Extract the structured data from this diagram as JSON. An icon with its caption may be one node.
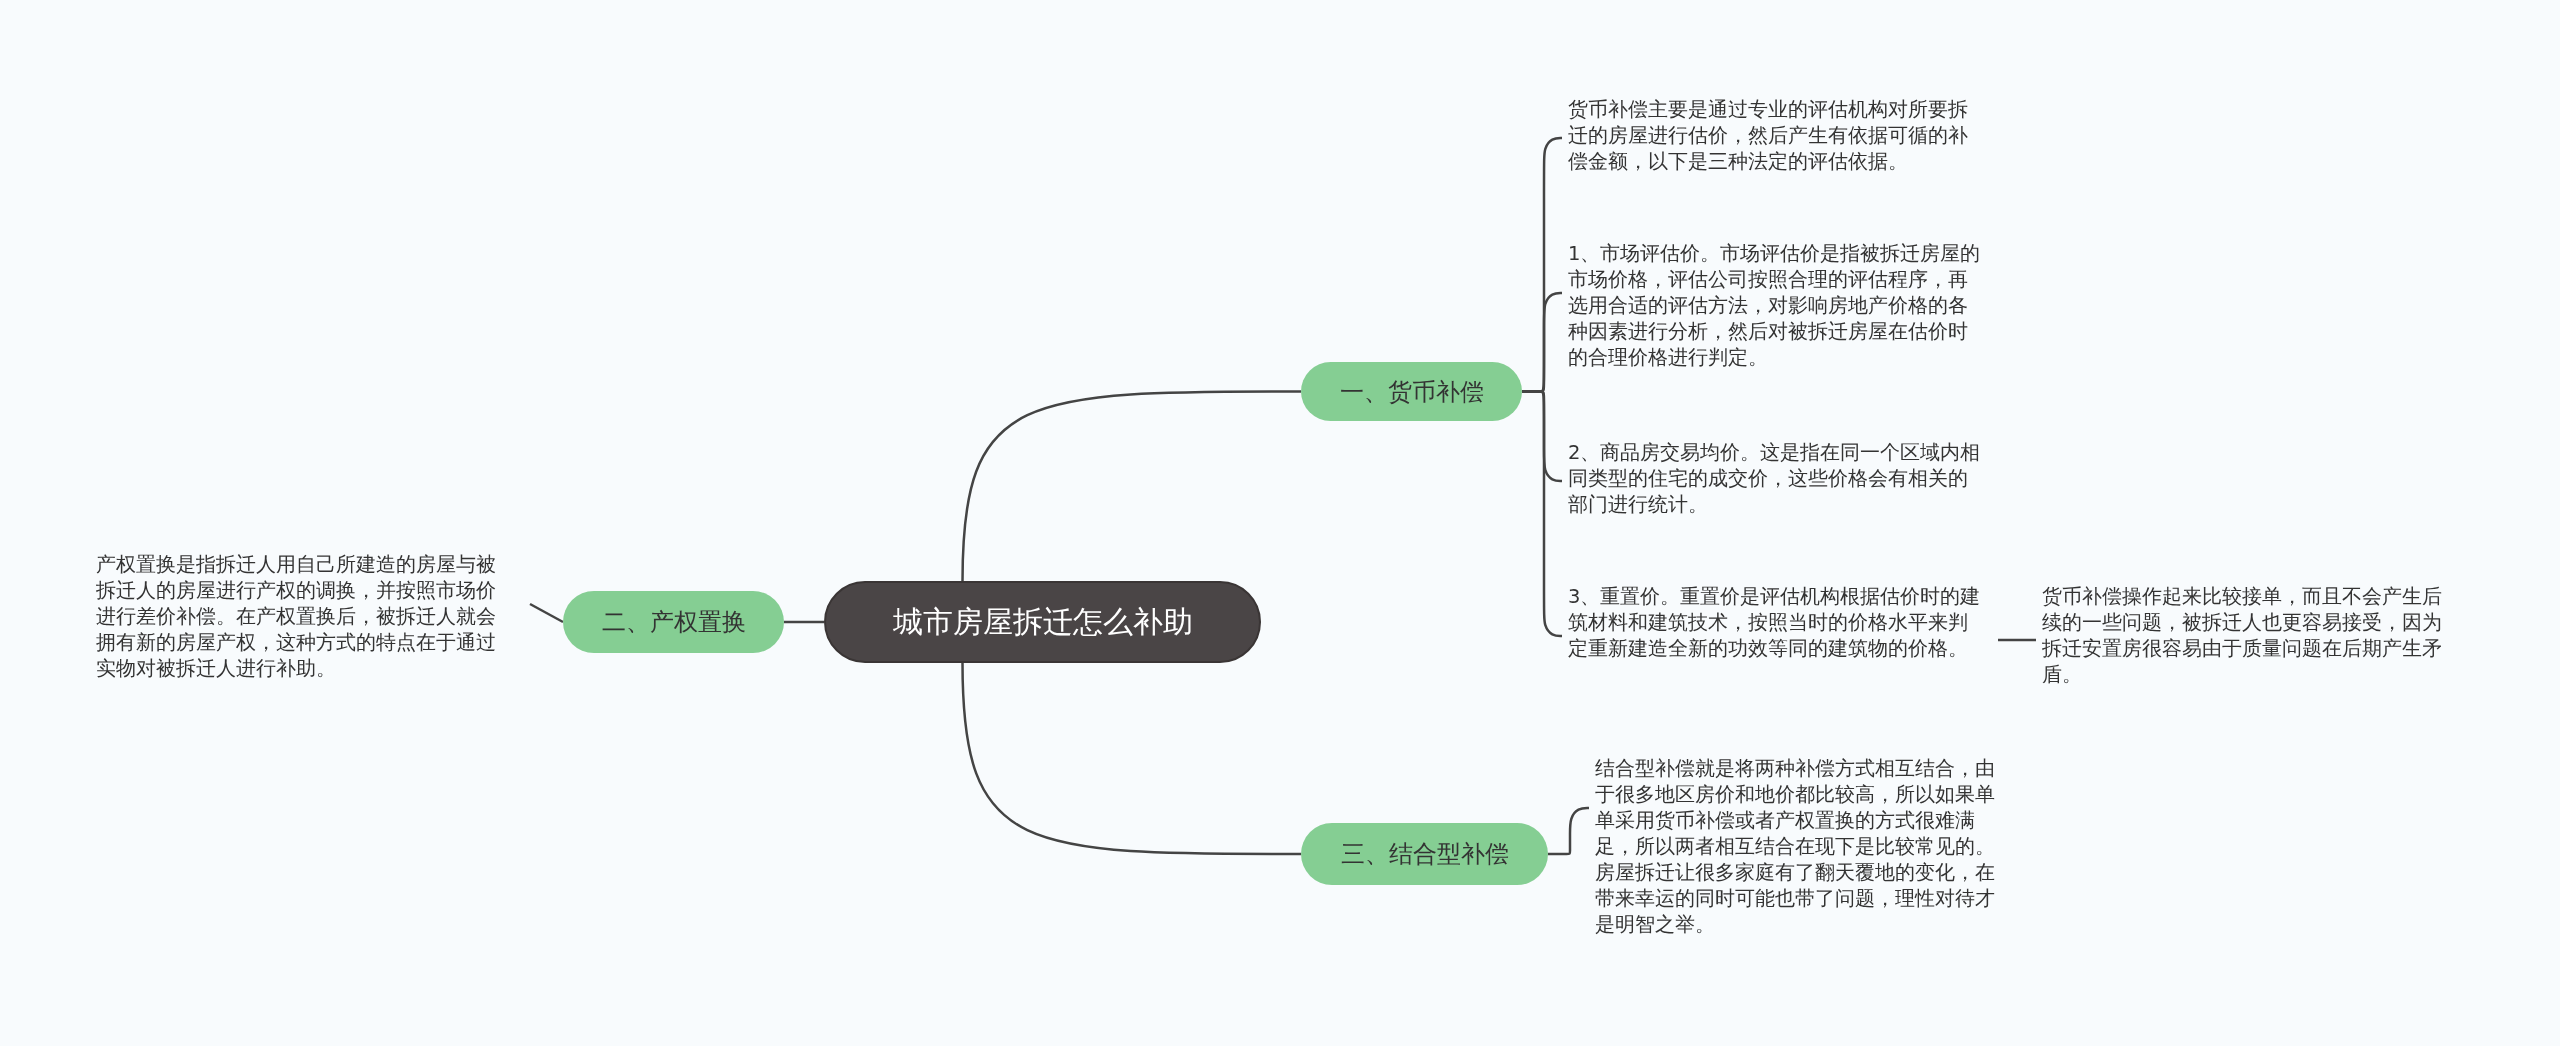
{
  "diagram": {
    "nodes": [
      {
        "text": [
          "城市房屋拆迁怎么补助"
        ]
      },
      {
        "text": [
          "一、货币补偿"
        ]
      },
      {
        "text": [
          "货币补偿主要是通过专业的评估机构对所要拆迁的房屋进行估价，然后产生有依据可循的补偿金额，以下是三种法定的评估依据。"
        ]
      },
      {
        "text": [
          "1、市场评估价。市场评估价是指被拆迁房屋的市场价格，评估公司按照合理的评估程序，再选用合适的评估方法，对影响房地产价格的各种因素进行分析，然后对被拆迁房屋在估价时的合理价格进行判定。"
        ]
      },
      {
        "text": [
          "2、商品房交易均价。这是指在同一个区域内相同类型的住宅的成交价，这些价格会有相关的部门进行统计。"
        ]
      },
      {
        "text": [
          "3、重置价。重置价是评估机构根据估价时的建筑材料和建筑技术，按照当时的价格水平来判定重新建造全新的功效等同的建筑物的价格。"
        ]
      },
      {
        "text": [
          "货币补偿操作起来比较接单，而且不会产生后续的一些问题，被拆迁人也更容易接受，因为拆迁安置房很容易由于质量问题在后期产生矛盾。"
        ]
      },
      {
        "text": [
          "二、产权置换"
        ]
      },
      {
        "text": [
          "产权置换是指拆迁人用自己所建造的房屋与被拆迁人的房屋进行产权的调换，并按照市场价进行差价补偿。在产权置换后，被拆迁人就会拥有新的房屋产权，这种方式的特点在于通过实物对被拆迁人进行补助。"
        ]
      },
      {
        "text": [
          "三、结合型补偿"
        ]
      },
      {
        "text": [
          "结合型补偿就是将两种补偿方式相互结合，由于很多地区房价和地价都比较高，所以如果单单采用货币补偿或者产权置换的方式很难满足，所以两者相互结合在现下是比较常见的。房屋拆迁让很多家庭有了翻天覆地的变化，在带来幸运的同时可能也带了问题，理性对待才是明智之举。"
        ]
      }
    ],
    "edges": [
      {
        "from": 0,
        "to": 1,
        "arrow": "none"
      },
      {
        "from": 1,
        "to": 2,
        "arrow": "none"
      },
      {
        "from": 1,
        "to": 3,
        "arrow": "none"
      },
      {
        "from": 1,
        "to": 4,
        "arrow": "none"
      },
      {
        "from": 1,
        "to": 5,
        "arrow": "none"
      },
      {
        "from": 5,
        "to": 6,
        "arrow": "none"
      },
      {
        "from": 0,
        "to": 7,
        "arrow": "none"
      },
      {
        "from": 7,
        "to": 8,
        "arrow": "none"
      },
      {
        "from": 0,
        "to": 9,
        "arrow": "none"
      },
      {
        "from": 9,
        "to": 10,
        "arrow": "none"
      }
    ]
  }
}
